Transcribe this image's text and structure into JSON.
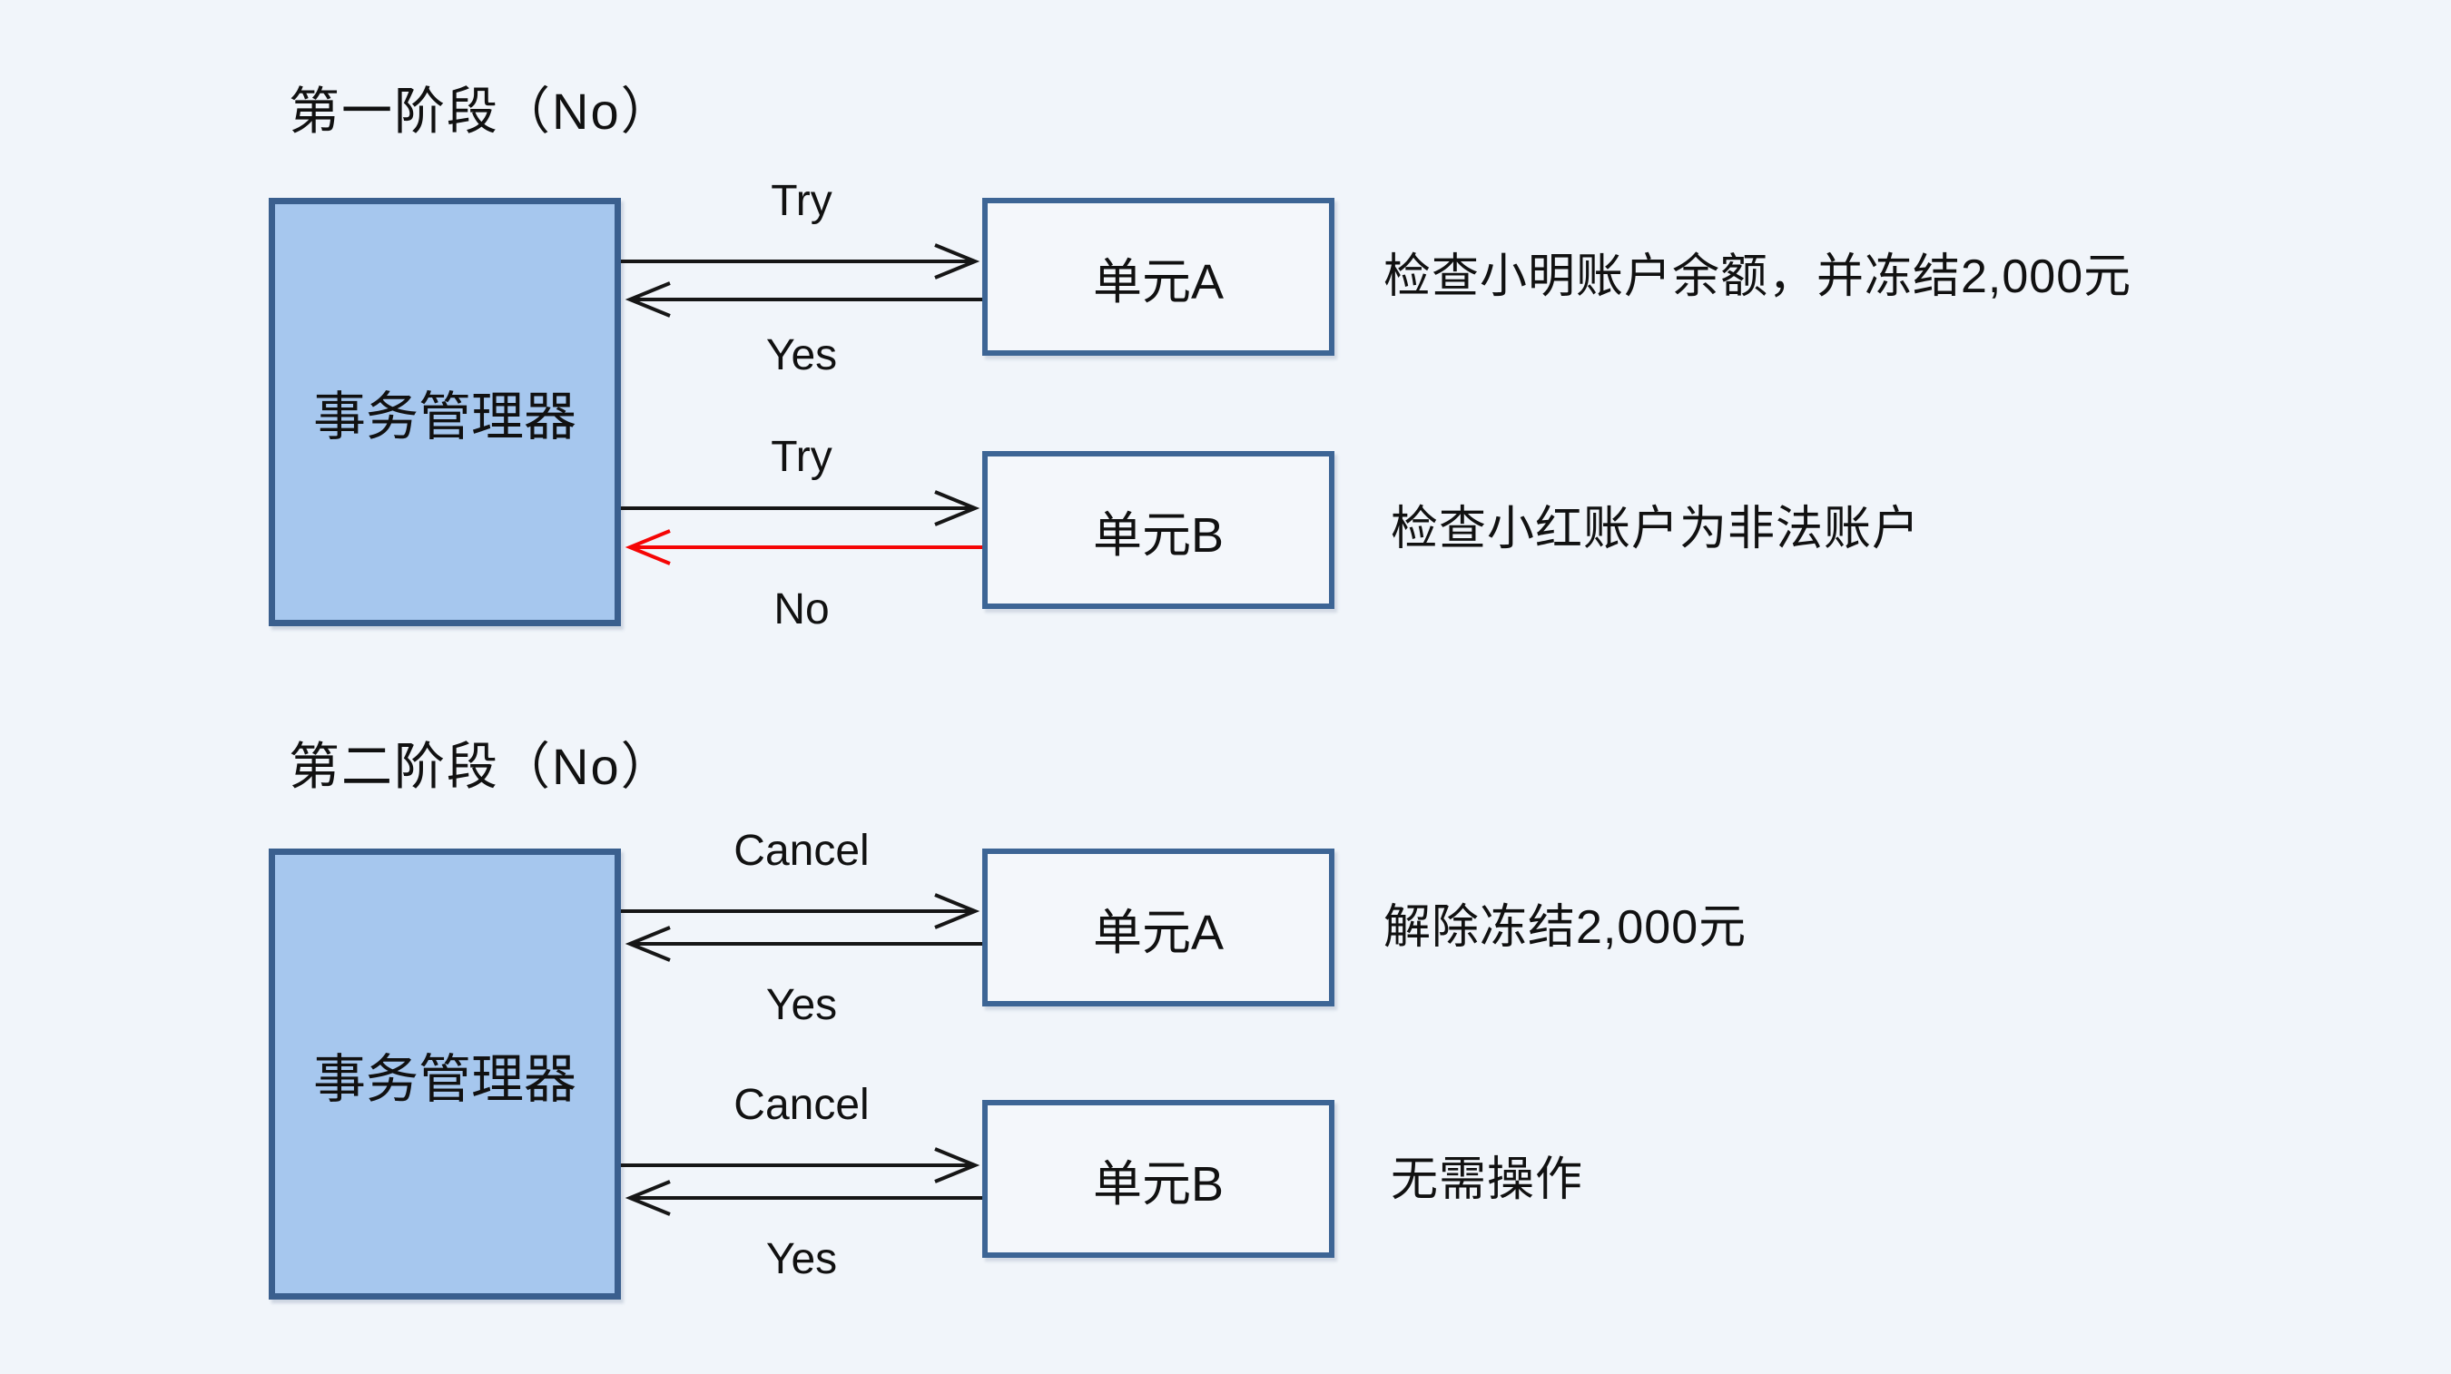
{
  "colors": {
    "background": "#F1F5FA",
    "manager_fill": "#A6C7EE",
    "manager_border": "#3A5F8E",
    "unit_border": "#3D6595",
    "arrow_black": "#161616",
    "arrow_red": "#F50505",
    "text": "#111111"
  },
  "phase1": {
    "title": "第一阶段（No）",
    "manager": "事务管理器",
    "units": [
      {
        "name": "单元A",
        "request": "Try",
        "response": "Yes",
        "response_color": "black",
        "note": "检查小明账户余额，并冻结2,000元"
      },
      {
        "name": "单元B",
        "request": "Try",
        "response": "No",
        "response_color": "red",
        "note": "检查小红账户为非法账户"
      }
    ]
  },
  "phase2": {
    "title": "第二阶段（No）",
    "manager": "事务管理器",
    "units": [
      {
        "name": "单元A",
        "request": "Cancel",
        "response": "Yes",
        "response_color": "black",
        "note": "解除冻结2,000元"
      },
      {
        "name": "单元B",
        "request": "Cancel",
        "response": "Yes",
        "response_color": "black",
        "note": "无需操作"
      }
    ]
  }
}
